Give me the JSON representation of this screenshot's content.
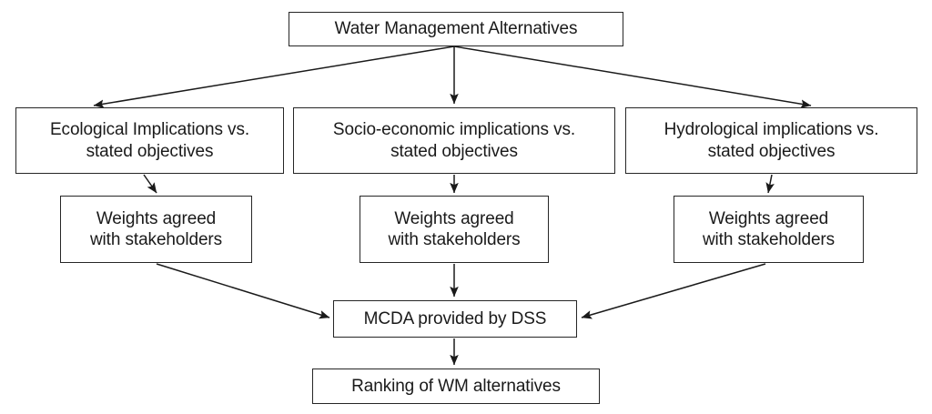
{
  "diagram": {
    "title": "Water Management Alternatives decision flowchart",
    "type": "flowchart",
    "background_color": "#ffffff",
    "line_color": "#1a1a1a",
    "box_border_color": "#262626",
    "text_color": "#1a1a1a",
    "nodes": {
      "top": {
        "id": "water-management-alternatives",
        "label": "Water Management Alternatives"
      },
      "criteria": [
        {
          "id": "ecological-implications",
          "label": "Ecological Implications vs.\nstated objectives"
        },
        {
          "id": "socio-economic-implications",
          "label": "Socio-economic implications vs.\nstated objectives"
        },
        {
          "id": "hydrological-implications",
          "label": "Hydrological implications vs.\nstated objectives"
        }
      ],
      "weights": [
        {
          "id": "weights-ecological",
          "label": "Weights agreed\nwith stakeholders"
        },
        {
          "id": "weights-socio-economic",
          "label": "Weights agreed\nwith stakeholders"
        },
        {
          "id": "weights-hydrological",
          "label": "Weights agreed\nwith stakeholders"
        }
      ],
      "mcda": {
        "id": "mcda-provided-by-dss",
        "label": "MCDA provided by DSS"
      },
      "ranking": {
        "id": "ranking-of-wm-alternatives",
        "label": "Ranking of WM alternatives"
      }
    },
    "edges": [
      {
        "from": "water-management-alternatives",
        "to": "ecological-implications",
        "style": "arrow"
      },
      {
        "from": "water-management-alternatives",
        "to": "socio-economic-implications",
        "style": "arrow"
      },
      {
        "from": "water-management-alternatives",
        "to": "hydrological-implications",
        "style": "arrow"
      },
      {
        "from": "ecological-implications",
        "to": "weights-ecological",
        "style": "arrow"
      },
      {
        "from": "socio-economic-implications",
        "to": "weights-socio-economic",
        "style": "arrow"
      },
      {
        "from": "hydrological-implications",
        "to": "weights-hydrological",
        "style": "arrow"
      },
      {
        "from": "weights-ecological",
        "to": "mcda-provided-by-dss",
        "style": "arrow"
      },
      {
        "from": "weights-socio-economic",
        "to": "mcda-provided-by-dss",
        "style": "arrow"
      },
      {
        "from": "weights-hydrological",
        "to": "mcda-provided-by-dss",
        "style": "arrow"
      },
      {
        "from": "mcda-provided-by-dss",
        "to": "ranking-of-wm-alternatives",
        "style": "arrow"
      }
    ]
  }
}
